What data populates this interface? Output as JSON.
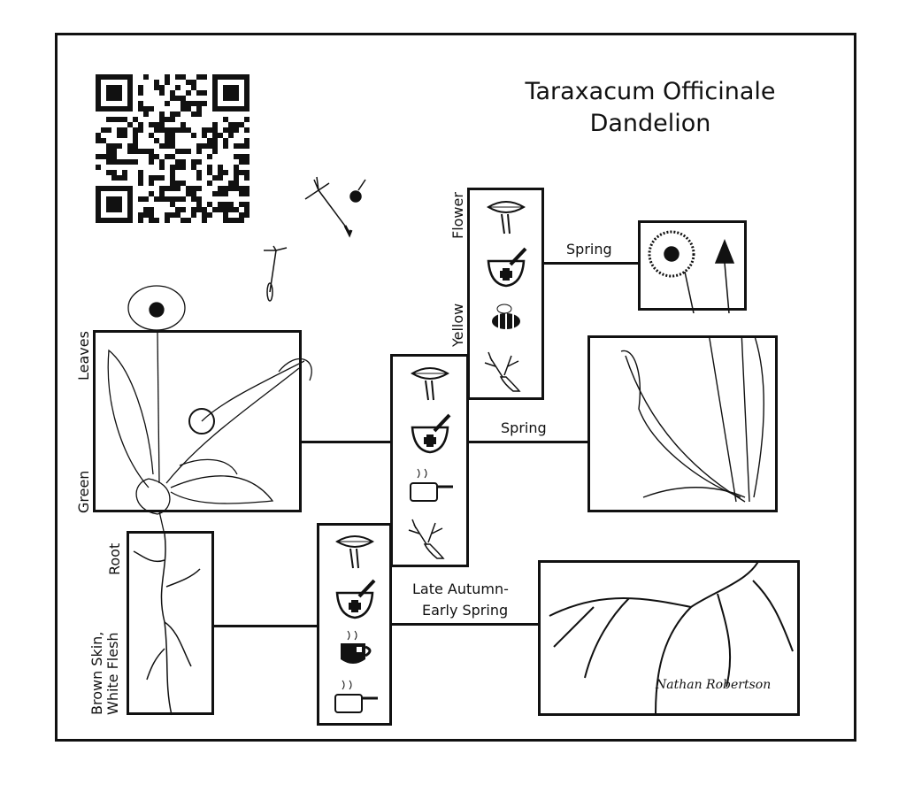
{
  "title": {
    "line1": "Taraxacum Officinale",
    "line2": "Dandelion"
  },
  "parts": {
    "flower": {
      "name": "Flower",
      "color": "Yellow",
      "season": "Spring",
      "uses": [
        "eat-icon",
        "medicine-icon",
        "bee-icon",
        "deer-icon"
      ]
    },
    "leaves": {
      "name": "Leaves",
      "color": "Green",
      "season": "Spring",
      "uses": [
        "eat-icon",
        "medicine-icon",
        "cooking-pot-icon",
        "deer-icon"
      ]
    },
    "root": {
      "name": "Root",
      "color_line1": "Brown Skin,",
      "color_line2": "White Flesh",
      "season_line1": "Late Autumn-",
      "season_line2": "Early Spring",
      "uses": [
        "eat-icon",
        "medicine-icon",
        "tea-cup-icon",
        "cooking-pot-icon"
      ]
    }
  },
  "signature": "Nathan Robertson"
}
